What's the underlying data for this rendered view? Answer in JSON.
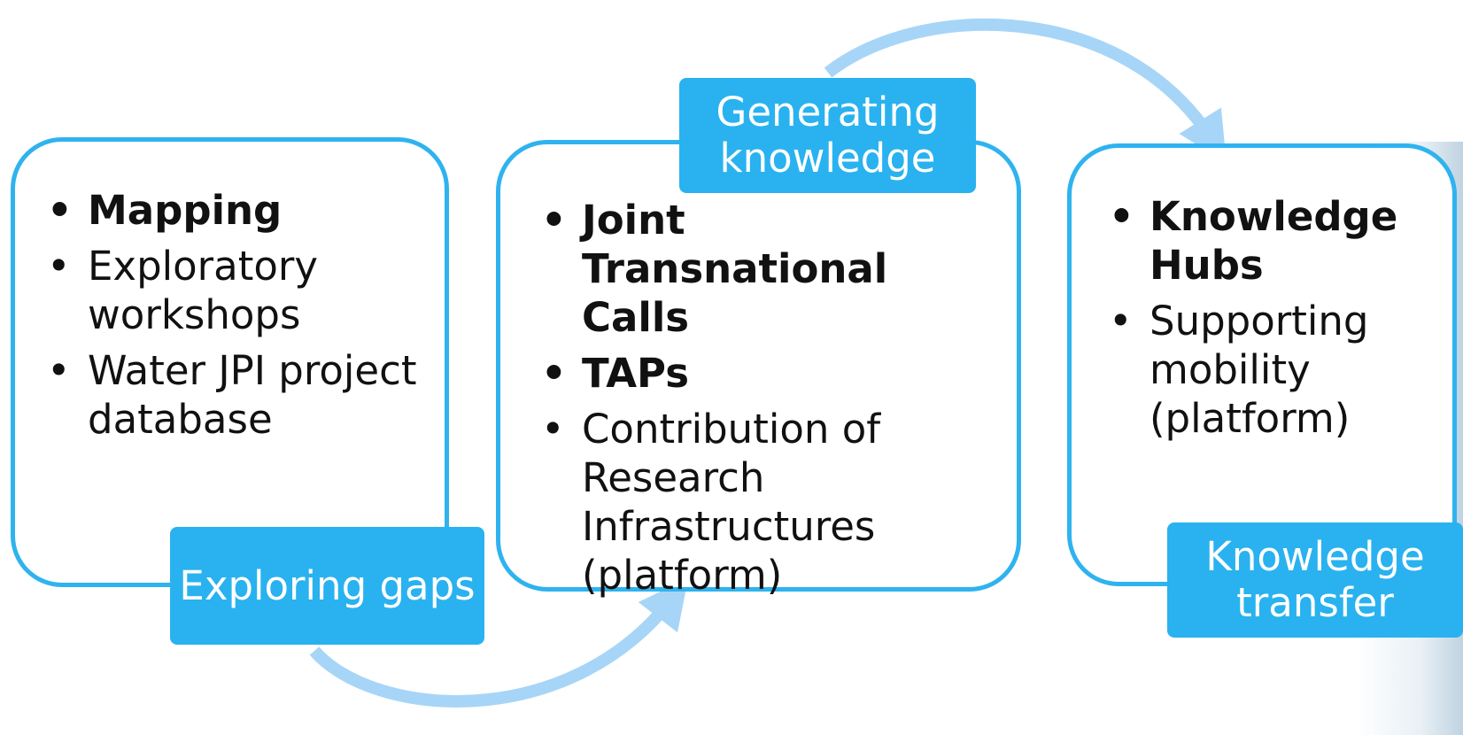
{
  "cards": [
    {
      "items": [
        {
          "text": "Mapping",
          "bold": true
        },
        {
          "text": "Exploratory workshops",
          "bold": false
        },
        {
          "text": "Water JPI project database",
          "bold": false
        }
      ],
      "tag": "Exploring gaps"
    },
    {
      "items": [
        {
          "text": "Joint Transnational Calls",
          "bold": true
        },
        {
          "text": "TAPs",
          "bold": true
        },
        {
          "text": "Contribution of Research Infrastructures (platform)",
          "bold": false
        }
      ],
      "tag": "Generating\nknowledge"
    },
    {
      "items": [
        {
          "text": "Knowledge Hubs",
          "bold": true
        },
        {
          "text": "Supporting mobility (platform)",
          "bold": false
        }
      ],
      "tag": "Knowledge\ntransfer"
    }
  ],
  "colors": {
    "box_border": "#2fb3ef",
    "tag_fill": "#29b2ef",
    "arrow": "#a7d5f7"
  }
}
